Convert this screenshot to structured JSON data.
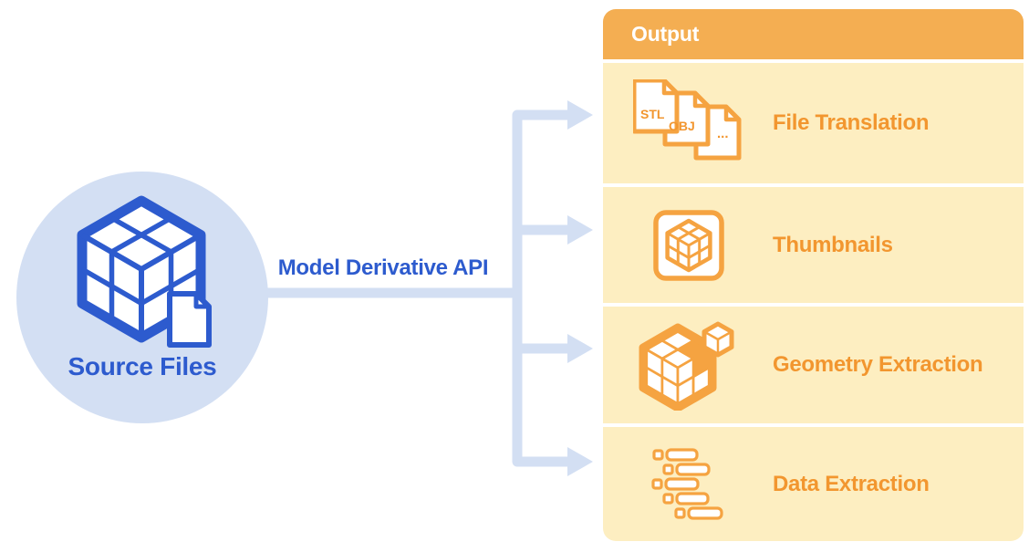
{
  "source": {
    "label": "Source Files"
  },
  "connector": {
    "label": "Model Derivative API"
  },
  "output": {
    "header": "Output",
    "rows": [
      {
        "label": "File Translation",
        "icon": "file-stack-icon",
        "badges": [
          "STL",
          "OBJ",
          "..."
        ]
      },
      {
        "label": "Thumbnails",
        "icon": "thumbnail-cube-icon"
      },
      {
        "label": "Geometry Extraction",
        "icon": "geometry-extract-icon"
      },
      {
        "label": "Data Extraction",
        "icon": "data-list-icon"
      }
    ]
  },
  "colors": {
    "blue": "#2d5bce",
    "light_blue": "#d3dff3",
    "header_orange": "#f4ae52",
    "row_yellow": "#fdeec1",
    "icon_orange": "#f5a341",
    "text_orange": "#f2962f"
  }
}
